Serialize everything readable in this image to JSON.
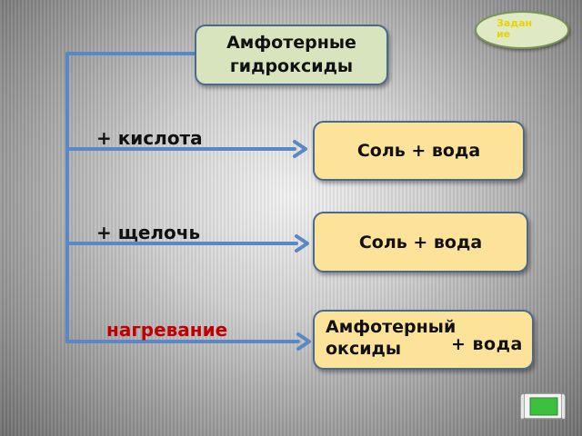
{
  "title": "Амфотерные гидроксиды",
  "task_button": "Задание",
  "branches": [
    {
      "condition": "+ кислота",
      "result": "Соль + вода"
    },
    {
      "condition": "+ щелочь",
      "result": "Соль + вода"
    },
    {
      "condition": "нагревание",
      "result_oxide": "Амфотерный оксиды",
      "result_water": "+  вода"
    }
  ],
  "colors": {
    "connector": "#5b87c4",
    "title_box": "#d8e4bd",
    "result_box": "#fde39a",
    "heating_text": "#c00000",
    "nav_green": "#3fbf3f"
  },
  "icons": [
    "navigation-scroll-icon"
  ]
}
